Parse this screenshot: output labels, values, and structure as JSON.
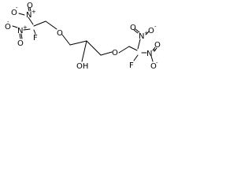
{
  "molecule": {
    "left_group": {
      "nitro_top": {
        "o": "O",
        "minus": "-",
        "n": "N",
        "plus": "+",
        "o2": "O"
      },
      "nitro_left": {
        "o": "O",
        "minus": "-",
        "n": "N",
        "plus": "+",
        "o2": "O"
      },
      "fluorine": "F",
      "ether_oxygen": "O"
    },
    "hydroxyl": "OH",
    "right_group": {
      "ether_oxygen": "O",
      "nitro_top": {
        "n": "N",
        "plus": "+",
        "o": "O",
        "o2": "O",
        "minus": "-"
      },
      "nitro_bottom": {
        "n": "N",
        "plus": "+",
        "o": "O",
        "o2": "O",
        "minus": "-"
      },
      "fluorine": "F"
    }
  }
}
